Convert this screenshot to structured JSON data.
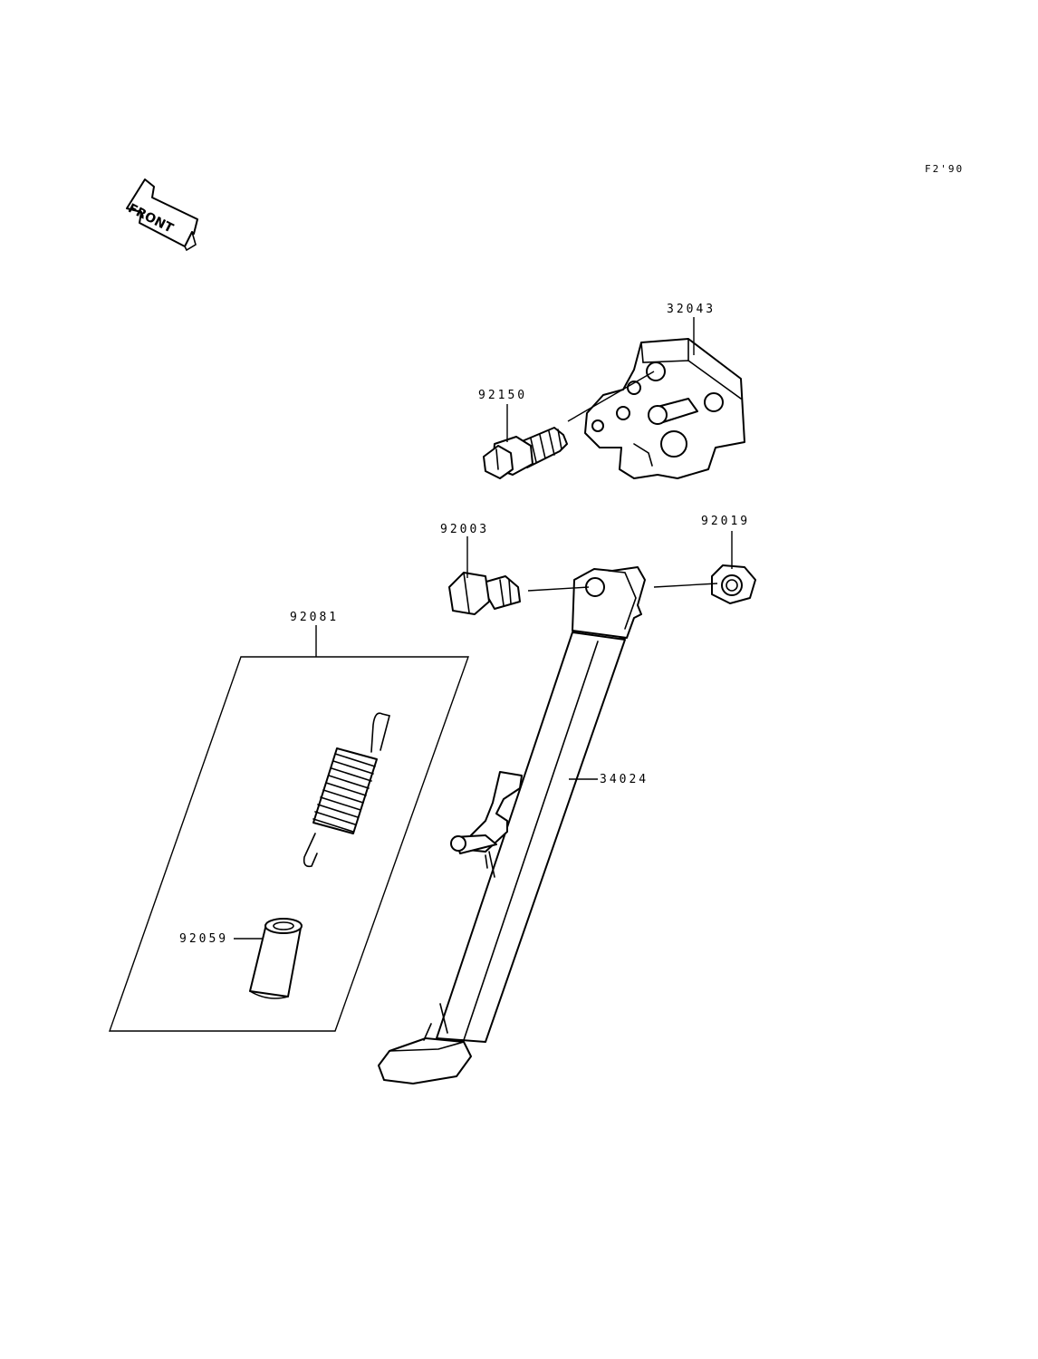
{
  "figure_code": "F2'90",
  "orientation": {
    "label": "FRONT",
    "icon": "front-direction-arrow-icon"
  },
  "parts": [
    {
      "id": "32043",
      "component": "bracket"
    },
    {
      "id": "92150",
      "component": "flange-bolt"
    },
    {
      "id": "92003",
      "component": "pivot-bolt"
    },
    {
      "id": "92019",
      "component": "nut"
    },
    {
      "id": "92081",
      "component": "spring"
    },
    {
      "id": "92059",
      "component": "collar"
    },
    {
      "id": "34024",
      "component": "side-stand"
    }
  ],
  "colors": {
    "ink": "#000000",
    "paper": "#ffffff"
  }
}
